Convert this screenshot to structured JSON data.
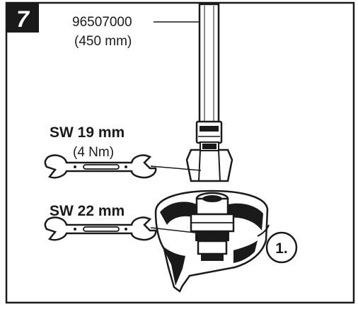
{
  "step": {
    "number": "7"
  },
  "hose": {
    "part_number": "96507000",
    "length": "(450 mm)"
  },
  "wrench_upper": {
    "size": "SW 19 mm",
    "torque": "(4 Nm)"
  },
  "wrench_lower": {
    "size": "SW 22 mm"
  },
  "callout": {
    "label": "1."
  },
  "colors": {
    "ink": "#1a1a1a",
    "paper": "#ffffff"
  }
}
